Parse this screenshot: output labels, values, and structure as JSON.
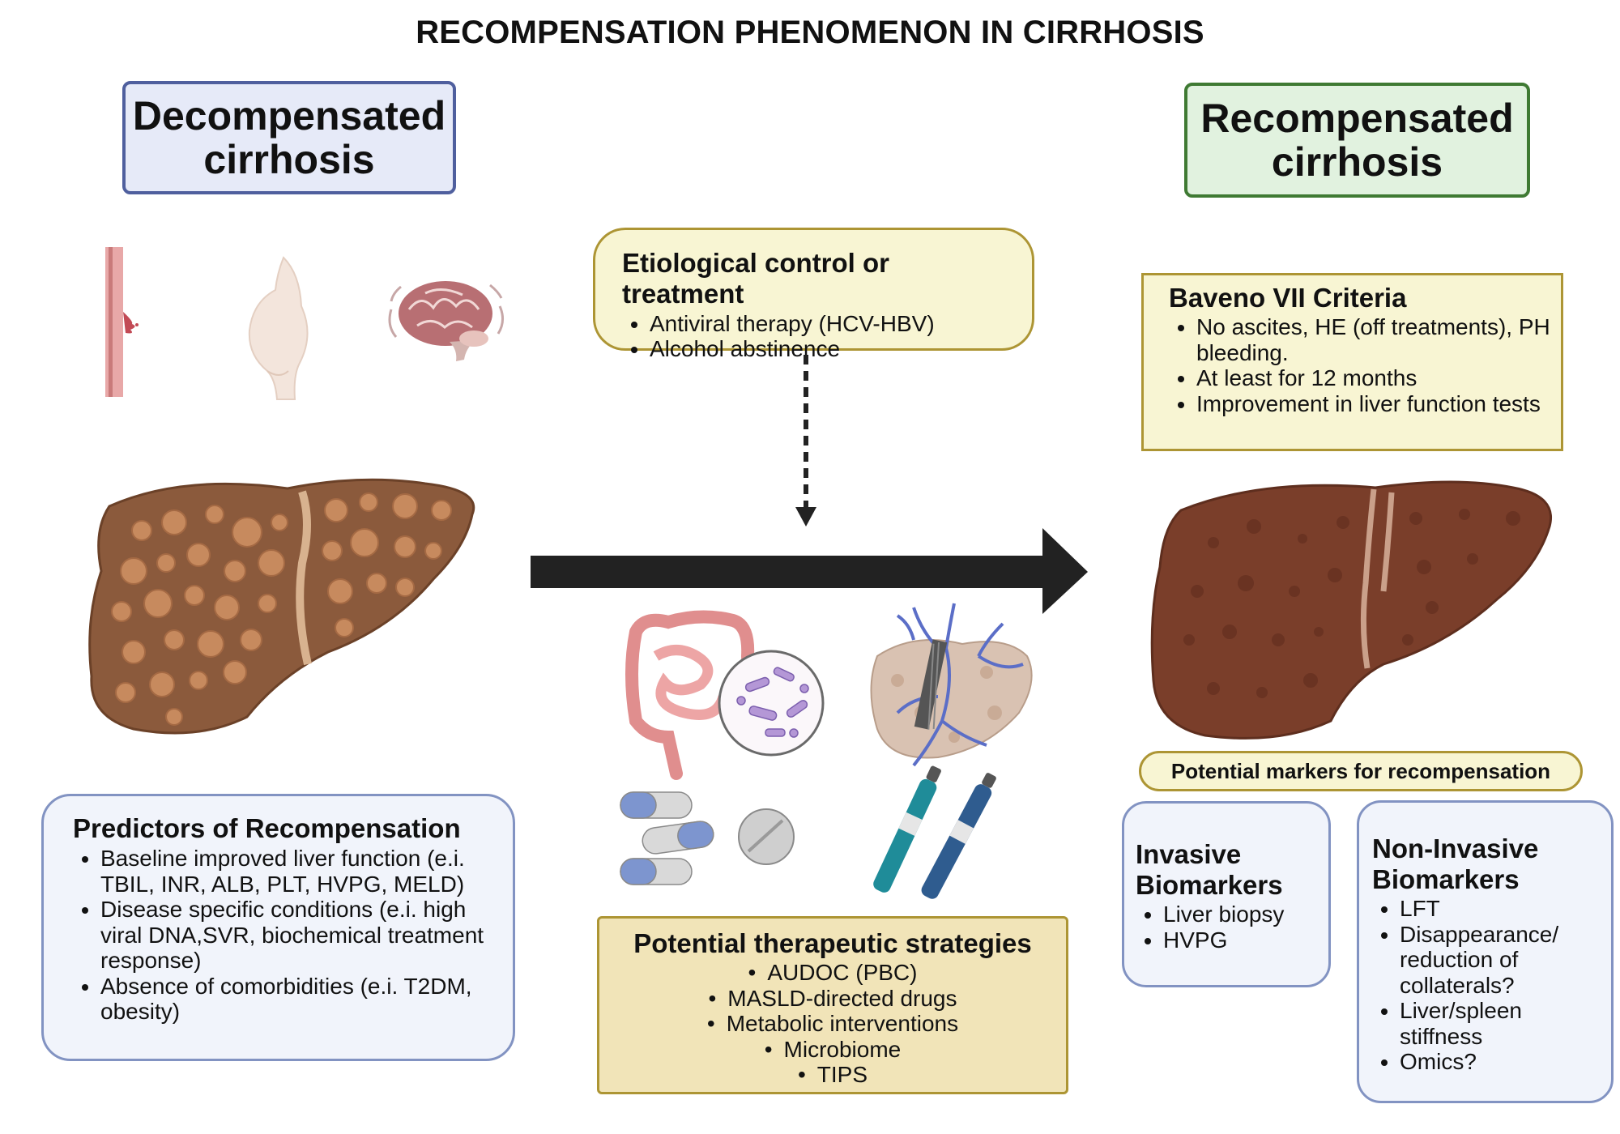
{
  "title": "RECOMPENSATION PHENOMENON IN CIRRHOSIS",
  "stages": {
    "left": {
      "line1": "Decompensated",
      "line2": "cirrhosis"
    },
    "right": {
      "line1": "Recompensated",
      "line2": "cirrhosis"
    }
  },
  "etiology": {
    "heading": "Etiological control or treatment",
    "items": [
      "Antiviral therapy (HCV-HBV)",
      "Alcohol abstinence"
    ]
  },
  "baveno": {
    "heading": "Baveno VII Criteria",
    "items": [
      "No ascites, HE  (off treatments), PH bleeding.",
      "At least for 12 months",
      "Improvement in liver function tests"
    ]
  },
  "predictors": {
    "heading": "Predictors of Recompensation",
    "items": [
      "Baseline improved liver function (e.i. TBIL, INR, ALB, PLT, HVPG, MELD)",
      "Disease specific conditions (e.i. high viral DNA,SVR, biochemical treatment response)",
      "Absence of comorbidities (e.i. T2DM, obesity)"
    ]
  },
  "therapy": {
    "heading": "Potential therapeutic strategies",
    "items": [
      "AUDOC (PBC)",
      "MASLD-directed drugs",
      "Metabolic interventions",
      "Microbiome",
      "TIPS"
    ]
  },
  "markers_label": "Potential markers for recompensation",
  "invasive": {
    "heading_line1": "Invasive",
    "heading_line2": "Biomarkers",
    "items": [
      "Liver biopsy",
      "HVPG"
    ]
  },
  "noninvasive": {
    "heading_line1": "Non-Invasive",
    "heading_line2": "Biomarkers",
    "items": [
      "LFT",
      "Disappearance/ reduction of collaterals?",
      "Liver/spleen stiffness",
      "Omics?"
    ]
  },
  "icons": [
    "varices-bleeding-icon",
    "ascites-abdomen-icon",
    "encephalopathy-brain-icon",
    "cirrhotic-liver-icon",
    "gut-microbiome-icon",
    "tips-liver-icon",
    "capsule-pills-icon",
    "tablet-icon",
    "injection-pen-icon",
    "recompensated-liver-icon"
  ],
  "colors": {
    "left_header_bg": "#e6eaf8",
    "left_header_border": "#4f5f9e",
    "right_header_bg": "#e1f2df",
    "right_header_border": "#3f7a33",
    "yellow_bg": "#f8f5d3",
    "yellow_border": "#ad9534",
    "therapy_bg": "#f1e4b8",
    "blue_box_bg": "#f1f4fb",
    "blue_box_border": "#8293c2",
    "arrow": "#222222"
  }
}
